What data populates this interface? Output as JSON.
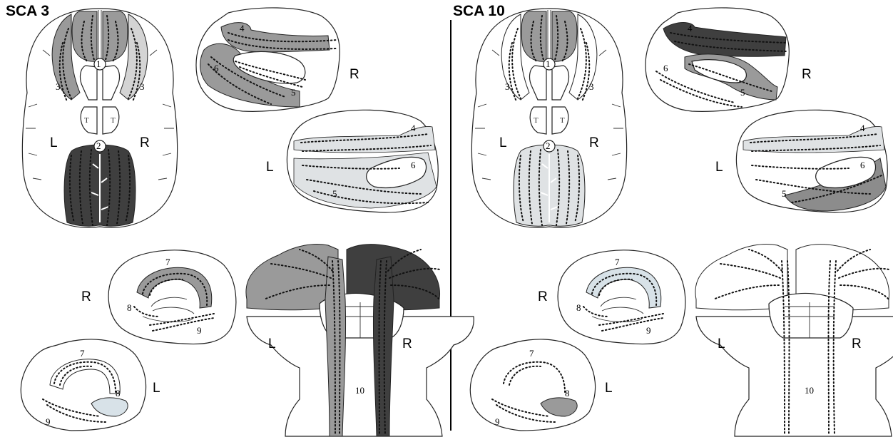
{
  "panels": [
    {
      "title": "SCA 3",
      "side_labels": {
        "axial_left": "L",
        "axial_right": "R",
        "lat_right": "R",
        "lat_left": "L",
        "med_right": "R",
        "med_left": "L",
        "cor_left": "L",
        "cor_right": "R"
      },
      "tract_numbers": [
        "1",
        "2",
        "3",
        "3",
        "4",
        "5",
        "6",
        "4",
        "5",
        "6",
        "7",
        "8",
        "9",
        "7",
        "8",
        "9",
        "10"
      ],
      "thalamus_labels": [
        "T",
        "T"
      ],
      "fills": {
        "t1": "#9a9a9a",
        "t2": "#3f3f3f",
        "t3_left": "#9a9a9a",
        "t3_right": "#d4d4d4",
        "latR_4": "#9a9a9a",
        "latR_5": "#d4d4d4",
        "latR_6": "#9a9a9a",
        "latL_4": "#dfe2e4",
        "latL_5": "#dfe2e4",
        "latL_6": "#dfe2e4",
        "medR_7": "#9a9a9a",
        "medR_8": "#ffffff",
        "medR_9": "#ffffff",
        "medL_7": "#ffffff",
        "medL_8": "#d8e2e8",
        "medL_9": "#ffffff",
        "cb_left": "#9a9a9a",
        "cb_right": "#3f3f3f",
        "t10_left": "#9a9a9a",
        "t10_right": "#3f3f3f"
      }
    },
    {
      "title": "SCA 10",
      "side_labels": {
        "axial_left": "L",
        "axial_right": "R",
        "lat_right": "R",
        "lat_left": "L",
        "med_right": "R",
        "med_left": "L",
        "cor_left": "L",
        "cor_right": "R"
      },
      "tract_numbers": [
        "1",
        "2",
        "3",
        "3",
        "4",
        "5",
        "6",
        "4",
        "5",
        "6",
        "7",
        "8",
        "9",
        "7",
        "8",
        "9",
        "10"
      ],
      "thalamus_labels": [
        "T",
        "T"
      ],
      "fills": {
        "t1": "#9a9a9a",
        "t2": "#dfe2e4",
        "t3_left": "#ffffff",
        "t3_right": "#ffffff",
        "latR_4": "#3f3f3f",
        "latR_5": "#9a9a9a",
        "latR_6": "#ffffff",
        "latL_4": "#dfe2e4",
        "latL_5": "#dfe2e4",
        "latL_6": "#8c8c8c",
        "medR_7": "#d8e2e8",
        "medR_8": "#ffffff",
        "medR_9": "#ffffff",
        "medL_7": "#ffffff",
        "medL_8": "#9a9a9a",
        "medL_9": "#ffffff",
        "cb_left": "#ffffff",
        "cb_right": "#ffffff",
        "t10_left": "#ffffff",
        "t10_right": "#ffffff"
      }
    }
  ]
}
